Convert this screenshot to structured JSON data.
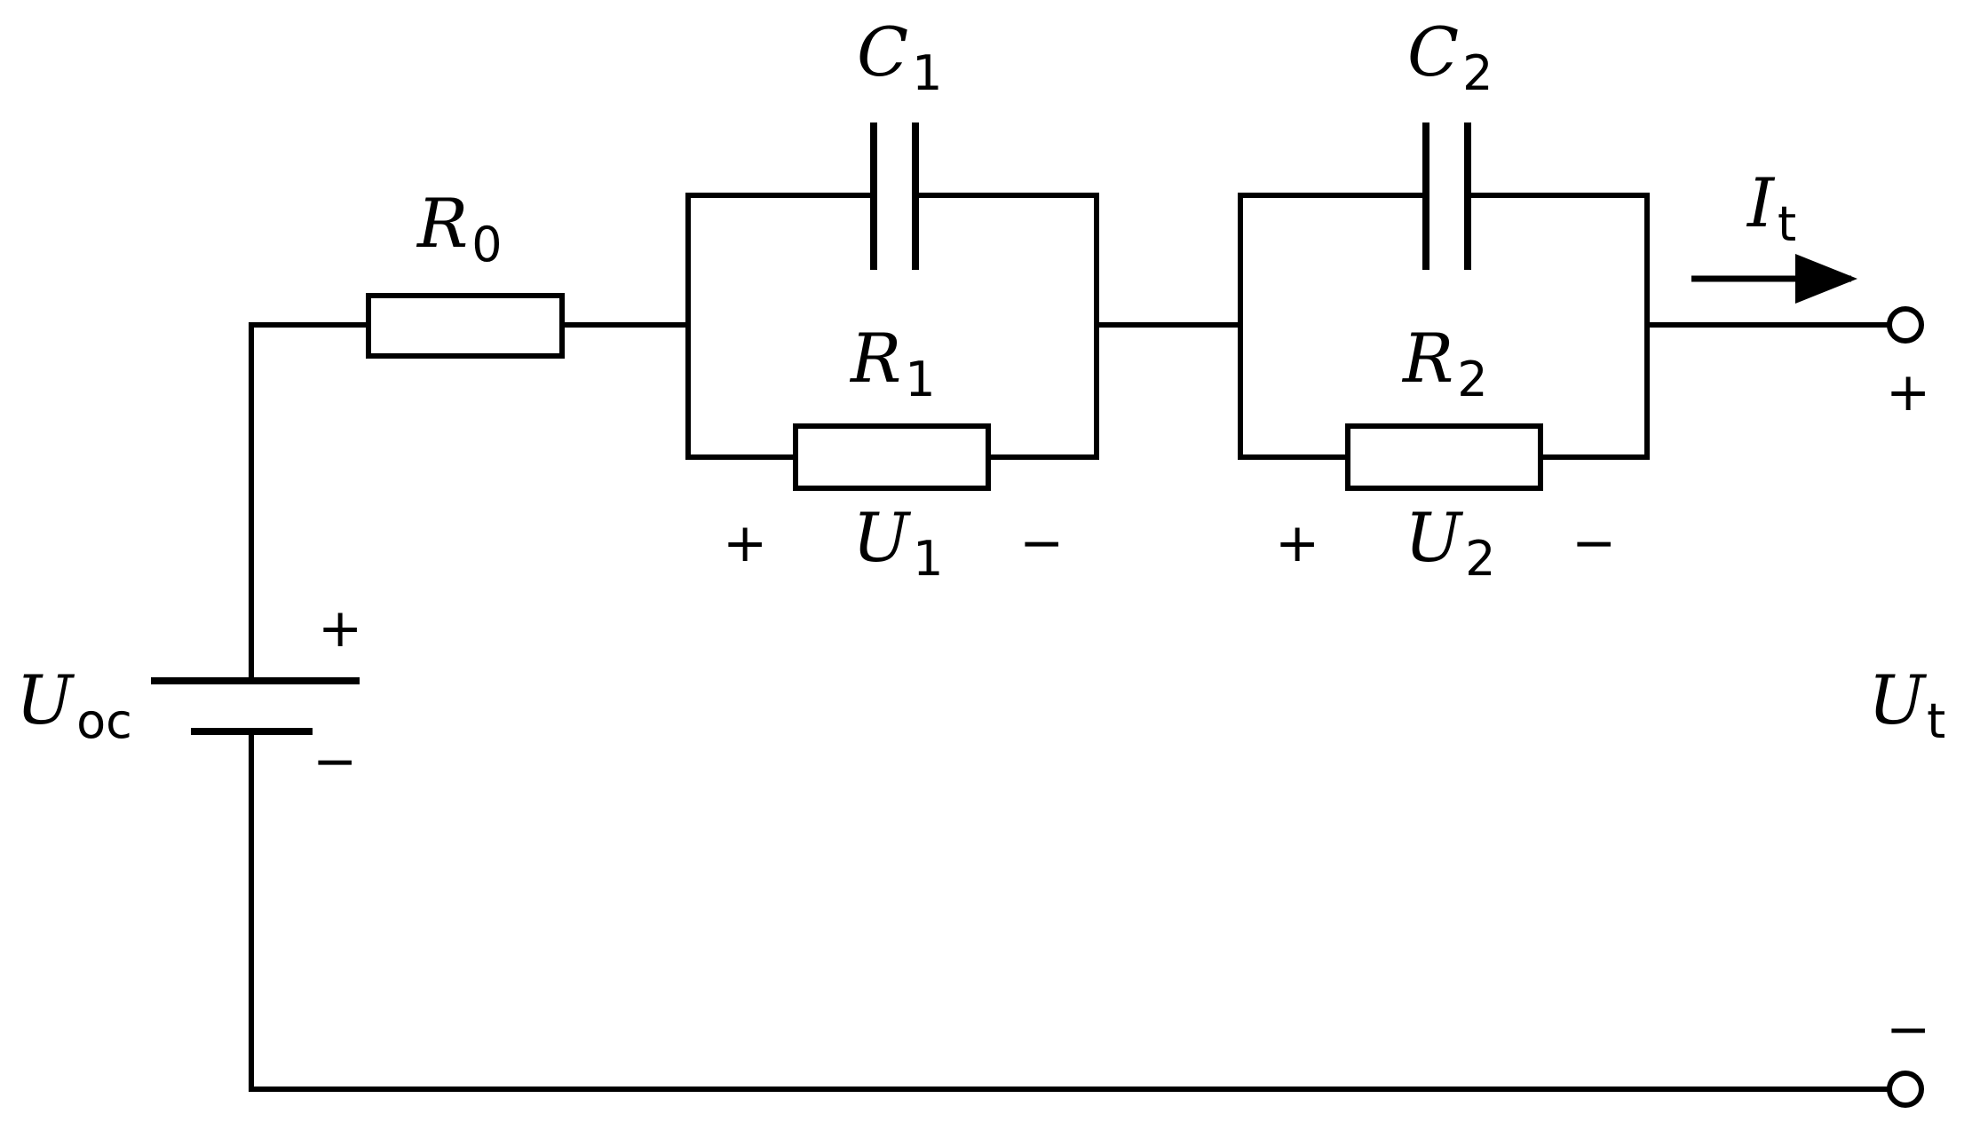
{
  "labels": {
    "R0": {
      "main": "R",
      "sub": "0"
    },
    "R1": {
      "main": "R",
      "sub": "1"
    },
    "R2": {
      "main": "R",
      "sub": "2"
    },
    "C1": {
      "main": "C",
      "sub": "1"
    },
    "C2": {
      "main": "C",
      "sub": "2"
    },
    "U1": {
      "main": "U",
      "sub": "1"
    },
    "U2": {
      "main": "U",
      "sub": "2"
    },
    "Uoc": {
      "main": "U",
      "sub": "oc"
    },
    "Ut": {
      "main": "U",
      "sub": "t"
    },
    "It": {
      "main": "I",
      "sub": "t"
    }
  },
  "signs": {
    "plus": "+",
    "minus": "−"
  },
  "colors": {
    "line": "#000000",
    "background": "#ffffff"
  }
}
